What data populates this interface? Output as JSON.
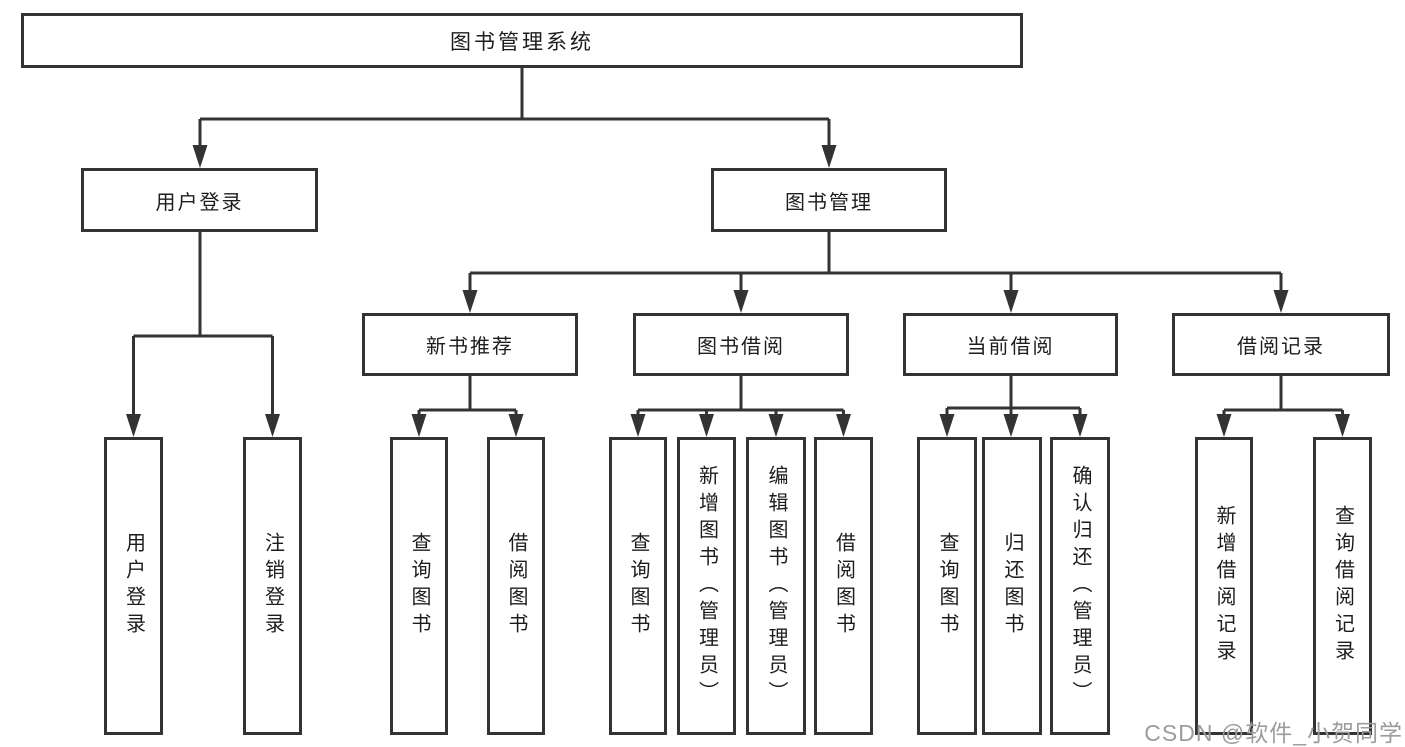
{
  "colors": {
    "line": "#333333",
    "box_border": "#333333",
    "text": "#1d1d1f",
    "watermark": "#9c9c9c",
    "background": "#ffffff"
  },
  "tree": {
    "root": {
      "label": "图书管理系统",
      "children": [
        {
          "label": "用户登录",
          "children": [
            {
              "label": "用户登录"
            },
            {
              "label": "注销登录"
            }
          ]
        },
        {
          "label": "图书管理",
          "children": [
            {
              "label": "新书推荐",
              "children": [
                {
                  "label": "查询图书"
                },
                {
                  "label": "借阅图书"
                }
              ]
            },
            {
              "label": "图书借阅",
              "children": [
                {
                  "label": "查询图书"
                },
                {
                  "label": "新增图书（管理员）"
                },
                {
                  "label": "编辑图书（管理员）"
                },
                {
                  "label": "借阅图书"
                }
              ]
            },
            {
              "label": "当前借阅",
              "children": [
                {
                  "label": "查询图书"
                },
                {
                  "label": "归还图书"
                },
                {
                  "label": "确认归还（管理员）"
                }
              ]
            },
            {
              "label": "借阅记录",
              "children": [
                {
                  "label": "新增借阅记录"
                },
                {
                  "label": "查询借阅记录"
                }
              ]
            }
          ]
        }
      ]
    }
  },
  "watermark": {
    "text": "CSDN @软件_小贺同学"
  }
}
